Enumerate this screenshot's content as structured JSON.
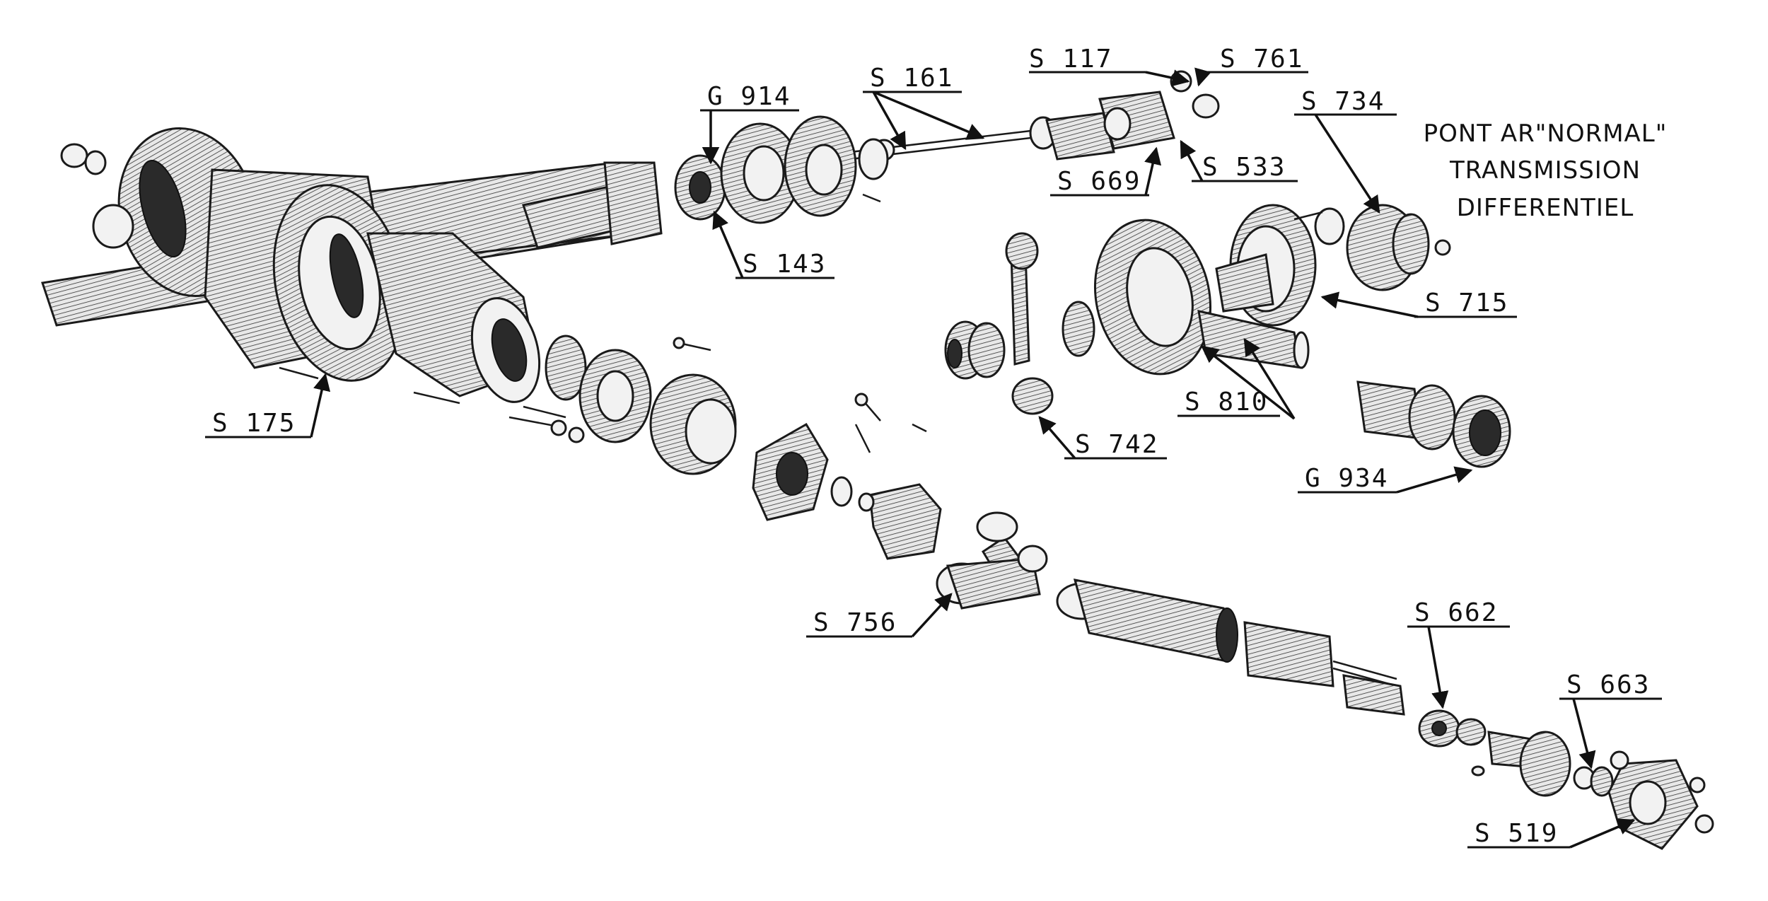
{
  "title": {
    "line1": "PONT AR\"NORMAL\"",
    "line2": "TRANSMISSION",
    "line3": "DIFFERENTIEL"
  },
  "labels": [
    {
      "id": "S117",
      "text": "S 117"
    },
    {
      "id": "S761",
      "text": "S 761"
    },
    {
      "id": "G914",
      "text": "G 914"
    },
    {
      "id": "S161",
      "text": "S 161"
    },
    {
      "id": "S734",
      "text": "S 734"
    },
    {
      "id": "S669",
      "text": "S 669"
    },
    {
      "id": "S533",
      "text": "S 533"
    },
    {
      "id": "S143",
      "text": "S 143"
    },
    {
      "id": "S715",
      "text": "S 715"
    },
    {
      "id": "S810",
      "text": "S 810"
    },
    {
      "id": "S175",
      "text": "S 175"
    },
    {
      "id": "S742",
      "text": "S 742"
    },
    {
      "id": "G934",
      "text": "G 934"
    },
    {
      "id": "S756",
      "text": "S 756"
    },
    {
      "id": "S662",
      "text": "S 662"
    },
    {
      "id": "S663",
      "text": "S 663"
    },
    {
      "id": "S519",
      "text": "S 519"
    }
  ]
}
